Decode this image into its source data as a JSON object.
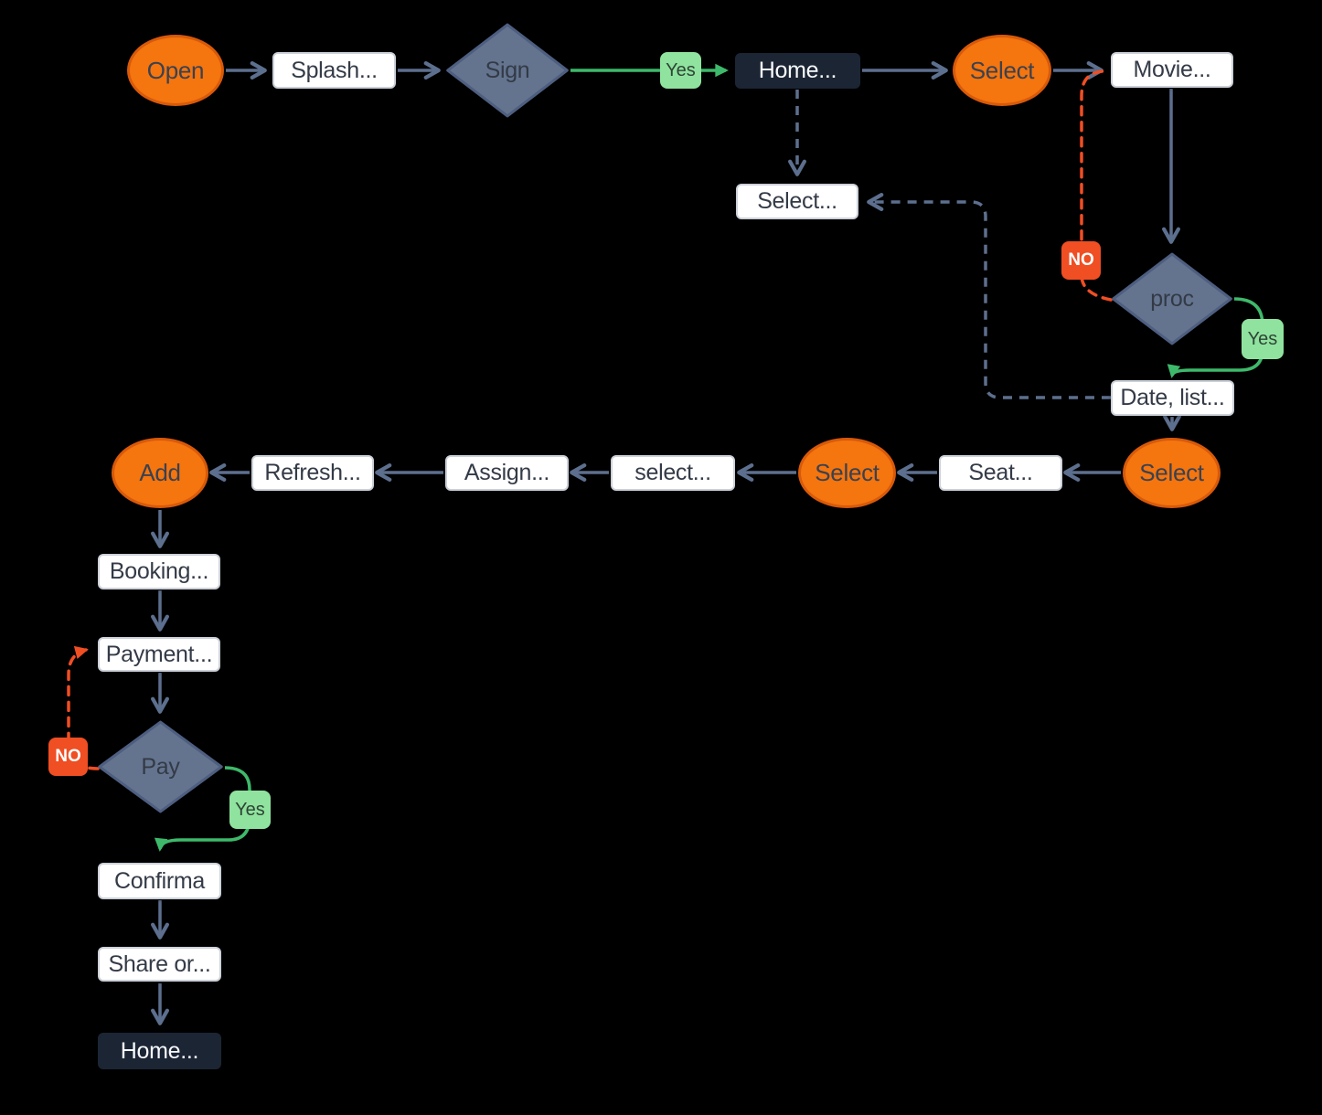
{
  "diagram": {
    "background": "#000000",
    "colors": {
      "node_orange": "#f5750e",
      "node_orange_border": "#d8590a",
      "diamond_fill": "#64748f",
      "diamond_border": "#4e5e80",
      "dark_node": "#1c2534",
      "white_node": "#ffffff",
      "edge_slate": "#5d6f8e",
      "yes_green_line": "#3eb96b",
      "yes_label_bg": "#8fe39e",
      "no_red": "#f04e23"
    },
    "nodes": {
      "open": {
        "label": "Open",
        "shape": "ellipse"
      },
      "splash": {
        "label": "Splash...",
        "shape": "rect"
      },
      "sign": {
        "label": "Sign",
        "shape": "diamond"
      },
      "home_top": {
        "label": "Home...",
        "shape": "rect-dark"
      },
      "select_home": {
        "label": "Select",
        "shape": "ellipse"
      },
      "movie": {
        "label": "Movie...",
        "shape": "rect"
      },
      "select_screen": {
        "label": "Select...",
        "shape": "rect"
      },
      "proc": {
        "label": "proc",
        "shape": "diamond"
      },
      "date_list": {
        "label": "Date, list...",
        "shape": "rect"
      },
      "select_date": {
        "label": "Select",
        "shape": "ellipse"
      },
      "seat": {
        "label": "Seat...",
        "shape": "rect"
      },
      "select_seat": {
        "label": "Select",
        "shape": "ellipse"
      },
      "select_small": {
        "label": "select...",
        "shape": "rect"
      },
      "assign": {
        "label": "Assign...",
        "shape": "rect"
      },
      "refresh": {
        "label": "Refresh...",
        "shape": "rect"
      },
      "add": {
        "label": "Add",
        "shape": "ellipse"
      },
      "booking": {
        "label": "Booking...",
        "shape": "rect"
      },
      "payment": {
        "label": "Payment...",
        "shape": "rect"
      },
      "pay": {
        "label": "Pay",
        "shape": "diamond"
      },
      "confirmation": {
        "label": "Confirma",
        "shape": "rect"
      },
      "share": {
        "label": "Share or...",
        "shape": "rect"
      },
      "home_bottom": {
        "label": "Home...",
        "shape": "rect-dark"
      }
    },
    "edge_labels": {
      "sign_yes": "Yes",
      "proc_no": "NO",
      "proc_yes": "Yes",
      "pay_no": "NO",
      "pay_yes": "Yes"
    },
    "edges": [
      {
        "from": "open",
        "to": "splash",
        "style": "solid"
      },
      {
        "from": "splash",
        "to": "sign",
        "style": "solid"
      },
      {
        "from": "sign",
        "to": "home_top",
        "style": "solid",
        "label": "Yes",
        "color": "green"
      },
      {
        "from": "home_top",
        "to": "select_home",
        "style": "solid"
      },
      {
        "from": "select_home",
        "to": "movie",
        "style": "solid"
      },
      {
        "from": "home_top",
        "to": "select_screen",
        "style": "dashed"
      },
      {
        "from": "movie",
        "to": "proc",
        "style": "solid"
      },
      {
        "from": "proc",
        "to": "movie",
        "style": "dashed",
        "label": "NO",
        "color": "red"
      },
      {
        "from": "proc",
        "to": "date_list",
        "style": "solid",
        "label": "Yes",
        "color": "green"
      },
      {
        "from": "date_list",
        "to": "select_screen",
        "style": "dashed"
      },
      {
        "from": "date_list",
        "to": "select_date",
        "style": "solid"
      },
      {
        "from": "select_date",
        "to": "seat",
        "style": "solid"
      },
      {
        "from": "seat",
        "to": "select_seat",
        "style": "solid"
      },
      {
        "from": "select_seat",
        "to": "select_small",
        "style": "solid"
      },
      {
        "from": "select_small",
        "to": "assign",
        "style": "solid"
      },
      {
        "from": "assign",
        "to": "refresh",
        "style": "solid"
      },
      {
        "from": "refresh",
        "to": "add",
        "style": "solid"
      },
      {
        "from": "add",
        "to": "booking",
        "style": "solid"
      },
      {
        "from": "booking",
        "to": "payment",
        "style": "solid"
      },
      {
        "from": "payment",
        "to": "pay",
        "style": "solid"
      },
      {
        "from": "pay",
        "to": "payment",
        "style": "dashed",
        "label": "NO",
        "color": "red"
      },
      {
        "from": "pay",
        "to": "confirmation",
        "style": "solid",
        "label": "Yes",
        "color": "green"
      },
      {
        "from": "confirmation",
        "to": "share",
        "style": "solid"
      },
      {
        "from": "share",
        "to": "home_bottom",
        "style": "solid"
      }
    ]
  }
}
